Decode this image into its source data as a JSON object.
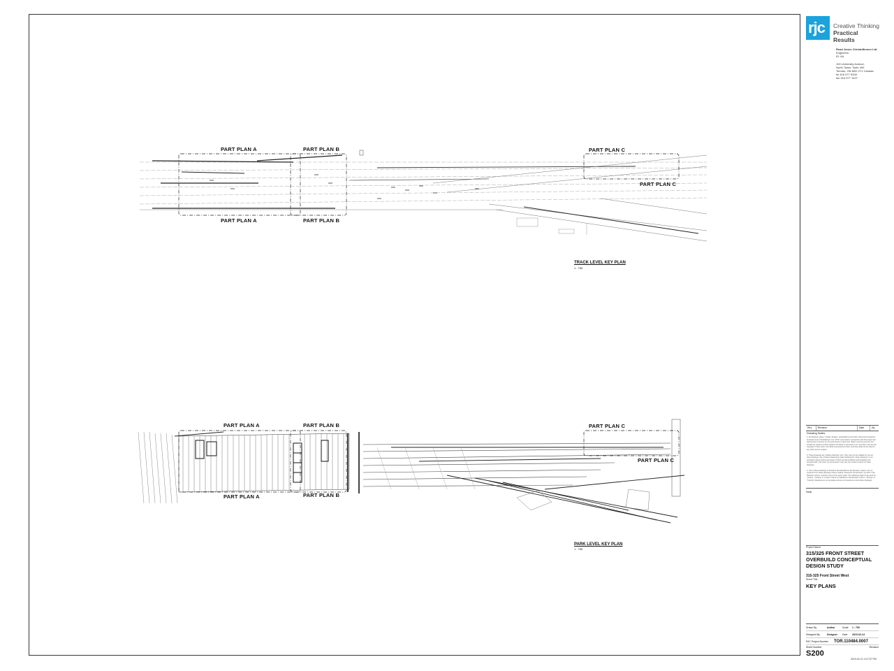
{
  "track_plan": {
    "labels": {
      "a_top": "PART PLAN A",
      "b_top": "PART PLAN B",
      "c_top": "PART PLAN C",
      "a_bottom": "PART PLAN A",
      "b_bottom": "PART PLAN B",
      "c_bottom": "PART PLAN C"
    },
    "title": "TRACK LEVEL KEY PLAN",
    "scale": "1 : 750"
  },
  "park_plan": {
    "labels": {
      "a_top": "PART PLAN A",
      "b_top": "PART PLAN B",
      "c_top": "PART PLAN C",
      "a_bottom": "PART PLAN A",
      "b_bottom": "PART PLAN B",
      "c_bottom": "PART PLAN C"
    },
    "title": "PARK LEVEL KEY PLAN",
    "scale": "1 : 750"
  },
  "title_block": {
    "logo_text": "rjc",
    "tagline_1": "Creative Thinking",
    "tagline_2": "Practical Results",
    "company": "Read Jones Christoffersen Ltd.",
    "company_sub": "Engineers",
    "company_sub2": "ID: 6A",
    "address_1": "100 University Avenue,",
    "address_2": "North Tower, Suite 400",
    "address_3": "Toronto, ON M5J 2Y1 Canada",
    "tel": "tel  416 977 5335",
    "fax": "fax  416 977 1427",
    "rev_headers": [
      "Rev.",
      "Revision",
      "Date",
      "By"
    ],
    "notes_heading": "Drawing Notes",
    "notes": [
      "1.  All drawings, plans, models, designs, specifications and other documents prepared by Read Jones Christoffersen Ltd. (\"RJC\") and used in connection with this project are instruments of service for the work shown in them (the \"Work\") and as such are and remain the property of RJC whether the Work is executed or not, and RJC reserves the copyright in them and in the Work executed from them, and they shall not be used for any other work or project.",
      "2.  These drawings are \"design drawings\" only. They may not be suitable for use as shop drawings. Use of these drawings as base drawings for \"shop drawings\" is not permitted unless written permission of RJC and all conditions and limitations are complied with. The work \"as constructed\" may vary from what is shown on these drawings.",
      "3.  Use of these drawings is limited to that identified in the Revision column. Do not construct from these drawings unless marked \"Issued for Construction\" by RJC in the Revision column, and then only for the parts noted. The drawings shall not be used for \"pricing\", \"costing\" or \"tender\" unless so indicated in the Revision column. \"Pricing\" or \"Costing\" drawings are not complete and are not issued as construction drawings."
    ],
    "seal_label": "Seal",
    "project_name_label": "Project Name",
    "project_name": "315/325 FRONT STREET OVERBUILD CONCEPTUAL DESIGN STUDY",
    "project_address": "315-325 Front Street West",
    "sheet_title_label": "Sheet Title",
    "sheet_title": "KEY PLANS",
    "drawn_by_label": "Drawn By",
    "drawn_by": "Author",
    "scale_label": "Scale",
    "scale": "1 : 750",
    "designed_by_label": "Designed By",
    "designed_by": "Designer",
    "date_label": "Date",
    "date": "2019-02-14",
    "project_number_label": "RJC Project Number",
    "project_number": "TOR.110484.0007",
    "sheet_number_label": "Sheet Number",
    "revision_label": "Revision",
    "sheet_number": "S200",
    "timestamp": "2019-02-21 4:27:07 PM"
  }
}
